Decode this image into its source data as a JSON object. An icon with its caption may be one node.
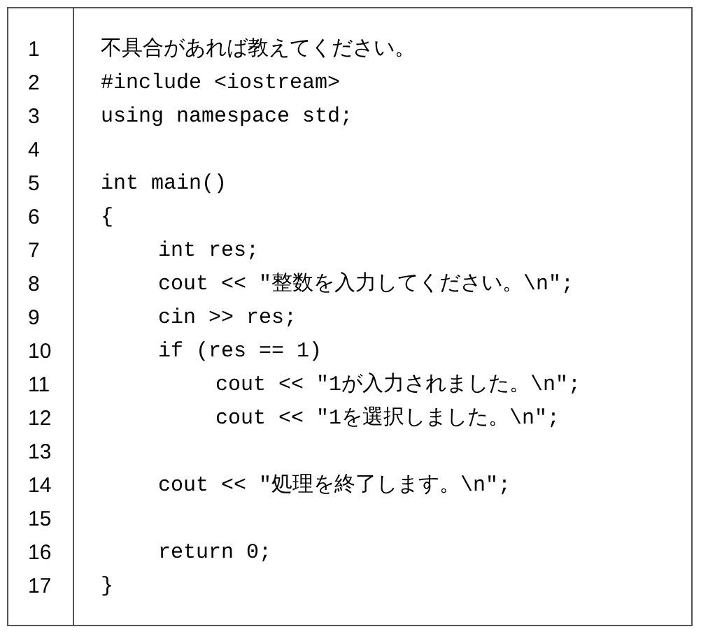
{
  "diagram": {
    "labels": [
      "1",
      "不具合があれば教えてください。",
      "2",
      "#include <iostream>",
      "3",
      "using namespace std;",
      "4",
      "5",
      "int main()",
      "6",
      "{",
      "7",
      "int res;",
      "8",
      "cout << \"整数を入力してください。\\n\";",
      "9",
      "cin >> res;",
      "10",
      "if (res == 1)",
      "11",
      "cout << \"1が入力されました。\\n\";",
      "12",
      "cout << \"1を選択しました。\\n\";",
      "13",
      "14",
      "cout << \"処理を終了します。\\n\";",
      "15",
      "16",
      "return 0;",
      "17",
      "}"
    ]
  }
}
